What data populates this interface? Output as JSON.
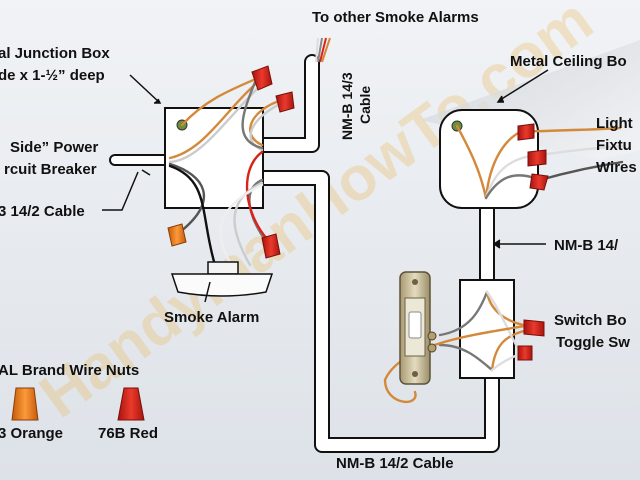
{
  "labels": {
    "to_other_alarms": "To other Smoke Alarms",
    "junction_box_1": "al Junction Box",
    "junction_box_2": "de x 1-½” deep",
    "power_1": "Side” Power",
    "power_2": "rcuit Breaker",
    "cable_left": "3 14/2 Cable",
    "cable_top_1": "NM-B 14/3",
    "cable_top_2": "Cable",
    "ceiling_box": "Metal Ceiling Bo",
    "light_1": "Light",
    "light_2": "Fixtu",
    "light_3": "Wires",
    "cable_right": "NM-B 14/",
    "smoke_alarm": "Smoke Alarm",
    "switch_box_1": "Switch Bo",
    "switch_box_2": "Toggle Sw",
    "wire_nuts_title": "AL Brand Wire Nuts",
    "nut_orange": "3 Orange",
    "nut_red": "76B Red",
    "cable_bottom": "NM-B 14/2 Cable"
  },
  "watermark": "HandymanHowTo.com",
  "colors": {
    "cable": "#111111",
    "hot_wire": "#9a9a9a",
    "ground_wire": "#d4893a",
    "white_wire": "#e8e8e8",
    "red_wire_nut": "#d8231b",
    "orange_wire_nut": "#f07a1a",
    "box_fill": "#ffffff"
  }
}
